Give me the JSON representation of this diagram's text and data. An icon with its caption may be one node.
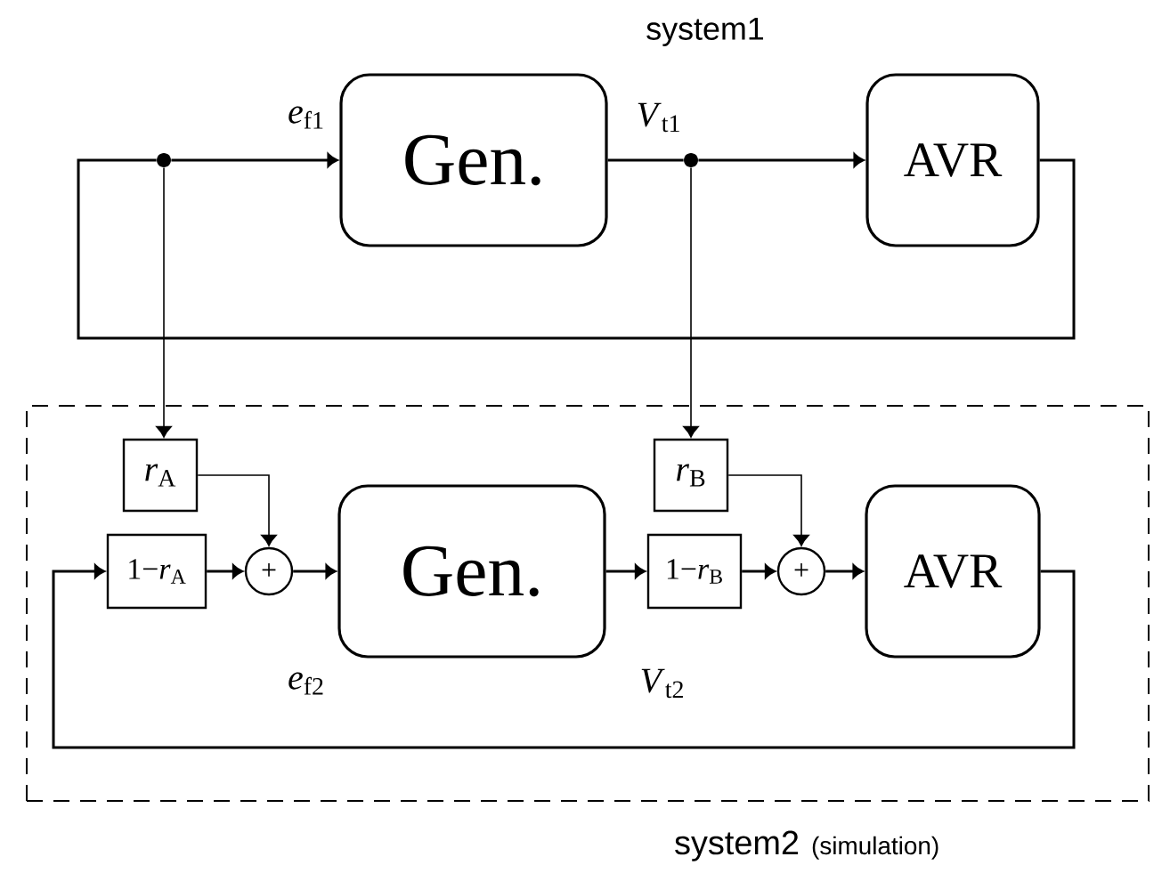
{
  "diagram": {
    "nodes": [
      {
        "text": [
          "Gen."
        ]
      },
      {
        "text": [
          "AVR"
        ]
      },
      {
        "text": [],
        "shape": "circle"
      },
      {
        "text": [],
        "shape": "circle"
      },
      {
        "text": [
          "system2",
          "(simulation)"
        ]
      },
      {
        "text": [
          "*r*$_{A}$"
        ],
        "in": 4
      },
      {
        "text": [
          "1−*r*$_{A}$"
        ],
        "in": 4
      },
      {
        "text": [
          "+"
        ],
        "in": 4
      },
      {
        "text": [
          "Gen."
        ],
        "in": 4
      },
      {
        "text": [
          "*r*$_{B}$"
        ],
        "in": 4
      },
      {
        "text": [
          "1−*r*$_{B}$"
        ],
        "in": 4
      },
      {
        "text": [
          "+"
        ],
        "in": 4
      },
      {
        "text": [
          "AVR"
        ],
        "in": 4
      }
    ],
    "edges": [
      {
        "from": 2,
        "to": 0,
        "arrow": "to",
        "label": "*e*$_{f1}$"
      },
      {
        "from": 0,
        "to": 3,
        "arrow": "none",
        "label": "*V*$_{t1}$"
      },
      {
        "from": 3,
        "to": 1,
        "arrow": "to"
      },
      {
        "from": 1,
        "to": 2,
        "arrow": "none"
      },
      {
        "from": 2,
        "to": 5,
        "arrow": "to"
      },
      {
        "from": 3,
        "to": 9,
        "arrow": "to"
      },
      {
        "from": 6,
        "to": 7,
        "arrow": "to"
      },
      {
        "from": 5,
        "to": 7,
        "arrow": "to"
      },
      {
        "from": 7,
        "to": 8,
        "arrow": "to",
        "label": "*e*$_{f2}$"
      },
      {
        "from": 8,
        "to": 10,
        "arrow": "to",
        "label": "*V*$_{t2}$"
      },
      {
        "from": 10,
        "to": 11,
        "arrow": "to"
      },
      {
        "from": 9,
        "to": 11,
        "arrow": "to"
      },
      {
        "from": 11,
        "to": 12,
        "arrow": "to"
      },
      {
        "from": 12,
        "to": 6,
        "arrow": "to"
      }
    ],
    "labels": [
      "system1"
    ]
  }
}
